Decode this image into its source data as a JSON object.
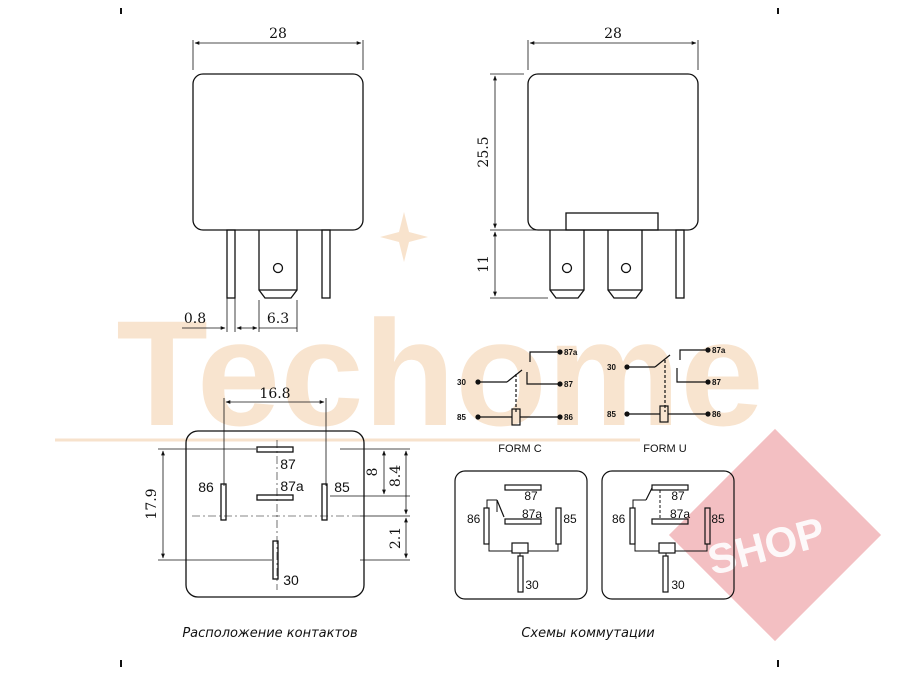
{
  "watermark": {
    "brand_text": "Techome",
    "shop_text": "SHOP",
    "brand_color": "#f6dcc0",
    "shop_color": "#e98a8f"
  },
  "front_view": {
    "width_label": "28",
    "pin_width_label": "0.8",
    "tab_width_label": "6.3"
  },
  "side_view": {
    "width_label": "28",
    "height_label": "25.5",
    "pin_length_label": "11"
  },
  "pinout": {
    "spacing_label": "16.8",
    "height_label": "17.9",
    "dim_8_label": "8",
    "dim_84_label": "8.4",
    "dim_21_label": "2.1",
    "pins": {
      "p86": "86",
      "p87": "87",
      "p87a": "87a",
      "p85": "85",
      "p30": "30"
    }
  },
  "form_c": {
    "title": "FORM C",
    "pins": {
      "p87a": "87a",
      "p87": "87",
      "p30": "30",
      "p85": "85",
      "p86": "86"
    },
    "box_pins": {
      "p86": "86",
      "p87": "87",
      "p87a": "87a",
      "p85": "85",
      "p30": "30"
    }
  },
  "form_u": {
    "title": "FORM U",
    "pins": {
      "p87a": "87a",
      "p87": "87",
      "p30": "30",
      "p85": "85",
      "p86": "86"
    },
    "box_pins": {
      "p86": "86",
      "p87": "87",
      "p87a": "87a",
      "p85": "85",
      "p30": "30"
    }
  },
  "captions": {
    "left": "Расположение контактов",
    "right": "Схемы коммутации"
  },
  "colors": {
    "line": "#111111"
  }
}
